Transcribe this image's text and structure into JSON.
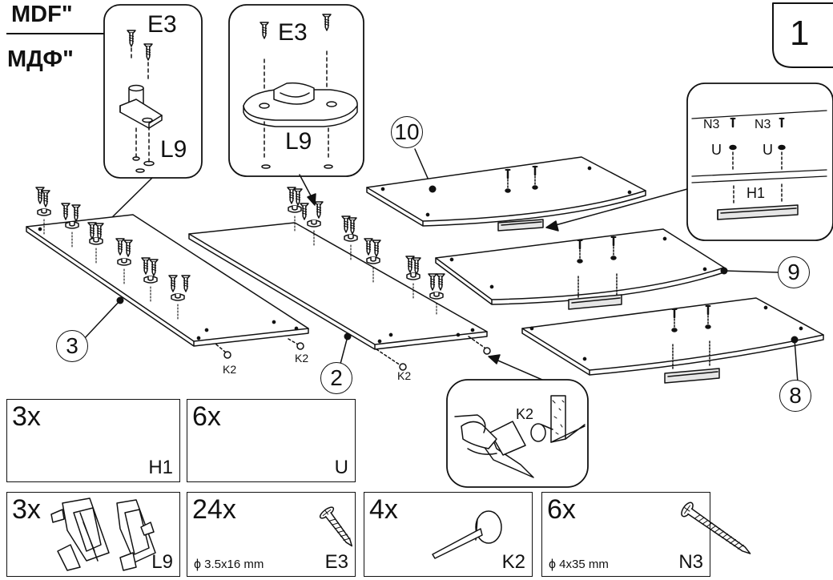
{
  "header": {
    "material_line1": "MDF\"",
    "material_line2": "МДФ\"",
    "step_number": "1"
  },
  "detail_callouts": {
    "left": {
      "screw_code": "E3",
      "bracket_code": "L9"
    },
    "center": {
      "screw_code": "E3",
      "bracket_code": "L9"
    },
    "right": {
      "pin_left": "N3",
      "pin_right": "N3",
      "cap_left": "U",
      "cap_right": "U",
      "rail_code": "H1"
    }
  },
  "hammer_callout": {
    "part_code": "K2"
  },
  "panel_numbers": [
    "10",
    "9",
    "8",
    "3",
    "2"
  ],
  "peg_labels": [
    "K2",
    "K2",
    "K2"
  ],
  "parts": [
    {
      "quantity": "3x",
      "code": "H1",
      "dimension": ""
    },
    {
      "quantity": "6x",
      "code": "U",
      "dimension": ""
    },
    {
      "quantity": "3x",
      "code": "L9",
      "dimension": ""
    },
    {
      "quantity": "24x",
      "code": "E3",
      "dimension": "3.5x16 mm"
    },
    {
      "quantity": "4x",
      "code": "K2",
      "dimension": ""
    },
    {
      "quantity": "6x",
      "code": "N3",
      "dimension": "4x35 mm"
    }
  ],
  "phi_symbol": "ϕ",
  "colors": {
    "line": "#111111",
    "background": "#ffffff",
    "rail_fill": "#e6e6e6"
  }
}
